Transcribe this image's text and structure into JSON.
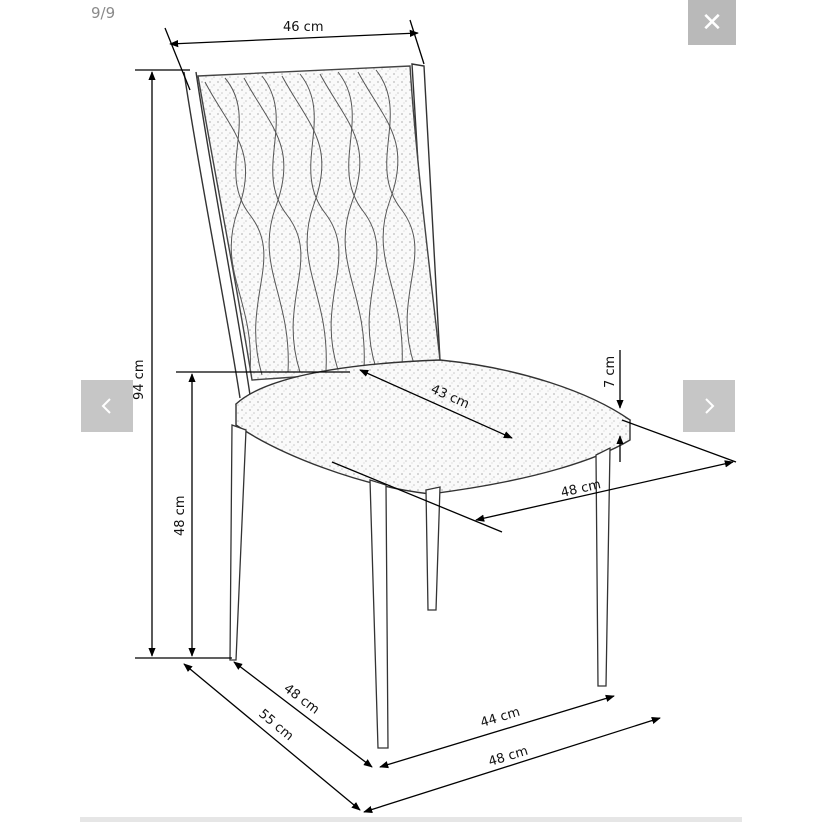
{
  "viewer": {
    "counter": "9/9",
    "close_icon": "close-icon",
    "prev_icon": "chevron-left-icon",
    "next_icon": "chevron-right-icon"
  },
  "image": {
    "subject": "chair-dimension-drawing",
    "dimensions": {
      "width_top": "46 cm",
      "height_total": "94 cm",
      "seat_height": "48 cm",
      "seat_depth_diag": "43 cm",
      "seat_thickness": "7 cm",
      "seat_width": "48 cm",
      "base_depth_inner": "48 cm",
      "base_depth_outer": "55 cm",
      "base_width_inner": "44 cm",
      "base_width_outer": "48 cm"
    }
  }
}
